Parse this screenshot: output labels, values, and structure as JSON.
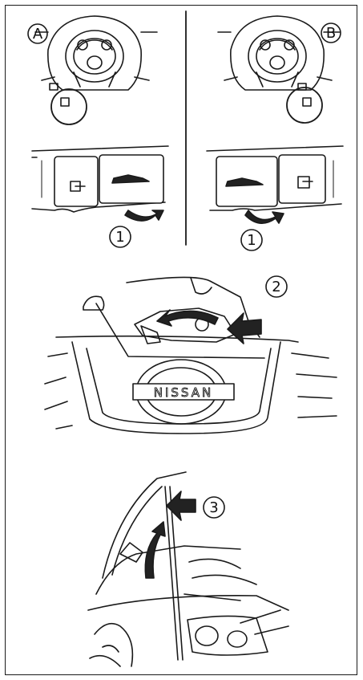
{
  "callouts": {
    "a": "A",
    "b": "B",
    "step1_left": "1",
    "step1_right": "1",
    "step2": "2",
    "step3": "3"
  },
  "emblem_text": "NISSAN",
  "colors": {
    "ink": "#1a1a1a",
    "fill_dark": "#222222",
    "paper": "#ffffff"
  }
}
